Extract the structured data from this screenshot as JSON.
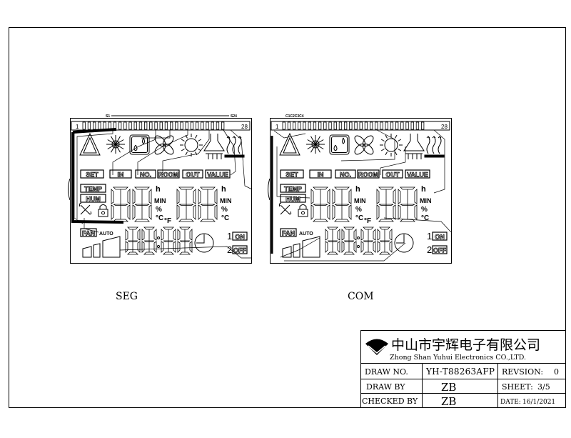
{
  "panel_labels": {
    "pin_first": "1",
    "pin_last": "28",
    "icons": [
      "warning-triangle-icon",
      "snowflake-icon",
      "water-drop-icon",
      "fan-icon",
      "sun-icon",
      "range-hood-icon",
      "heating-icon",
      "tools-icon",
      "lock-icon",
      "clock-icon"
    ],
    "row_labels": [
      "SET",
      "IN",
      "NO.",
      "ROOM",
      "OUT",
      "VALUE"
    ],
    "temp": "TEMP",
    "hum": "HUM",
    "unit_h": "h",
    "unit_min": "MIN",
    "unit_pct": "%",
    "unit_c": "°C",
    "unit_f": "°F",
    "fan": "FAN",
    "auto": "AUTO",
    "one": "1",
    "two": "2",
    "on": "ON",
    "off": "OFF"
  },
  "seg_panel": {
    "caption": "SEG",
    "pin_start_label": "S1",
    "pin_end_label": "S24"
  },
  "com_panel": {
    "caption": "COM",
    "pin_start_label": "C1C2C3C4"
  },
  "title_block": {
    "company_cn": "中山市宇辉电子有限公司",
    "company_en": "Zhong Shan Yuhui Electronics CO.,LTD.",
    "draw_no_label": "DRAW NO.",
    "draw_no": "YH-T88263AFP",
    "revision_label": "REVSION:",
    "revision": "0",
    "draw_by_label": "DRAW BY",
    "draw_by": "ZB",
    "sheet_label": "SHEET:",
    "sheet": "3/5",
    "checked_by_label": "CHECKED BY",
    "checked_by": "ZB",
    "date_label": "DATE:",
    "date": "16/1/2021"
  }
}
